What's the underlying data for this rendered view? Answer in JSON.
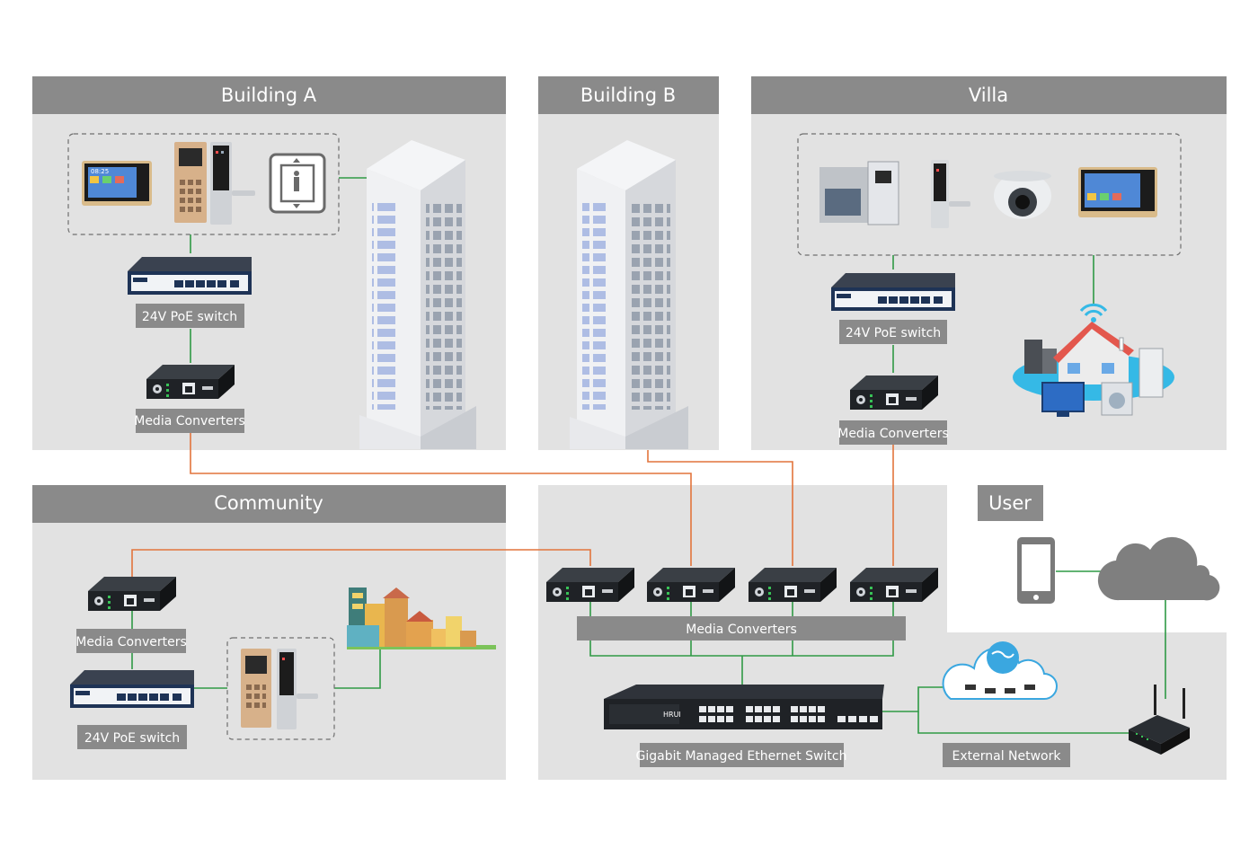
{
  "panels": {
    "building_a": "Building A",
    "building_b": "Building B",
    "villa": "Villa",
    "community": "Community",
    "user": "User"
  },
  "labels": {
    "a_poe_switch": "24V PoE switch",
    "a_media_converters": "Media Converters",
    "villa_poe_switch": "24V PoE switch",
    "villa_media_converters": "Media Converters",
    "community_media_converters": "Media Converters",
    "community_poe_switch": "24V PoE switch",
    "core_media_converters": "Media Converters",
    "managed_switch": "Gigabit Managed Ethernet Switch",
    "external_network": "External Network"
  },
  "device_text": {
    "brand": "HRUI",
    "monitor_clock": "08:25"
  },
  "colors": {
    "panel_background": "#e2e2e2",
    "panel_header": "#8a8a8a",
    "link_green": "#2f9a45",
    "fiber_orange": "#e2743c"
  }
}
